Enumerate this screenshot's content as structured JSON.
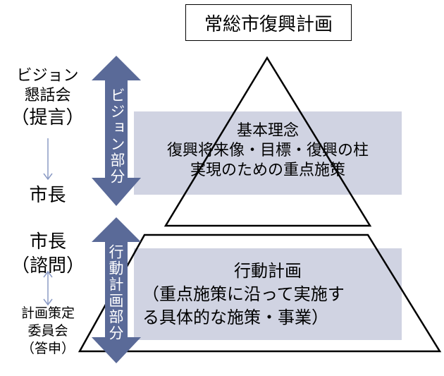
{
  "title": "常総市復興計画",
  "upper": {
    "lines": [
      "基本理念",
      "復興将来像・目標・復興の柱",
      "実現のための重点施策"
    ],
    "arrow_label": "ビジョン部分"
  },
  "lower": {
    "lines": [
      "行動計画",
      "（重点施策に沿って実施す",
      "る具体的な施策・事業）"
    ],
    "arrow_label": "行動計画部分"
  },
  "left_upper": {
    "line1": "ビジョン",
    "line2": "懇話会",
    "line3": "（提言）",
    "line4": "市長"
  },
  "left_lower": {
    "line1": "市長",
    "line2": "（諮問）",
    "line3": "計画策定",
    "line4": "委員会",
    "line5": "（答申）"
  },
  "colors": {
    "band": "#d0d3e2",
    "arrow": "#5a6a98",
    "small_arrow": "#8a9ac4"
  }
}
